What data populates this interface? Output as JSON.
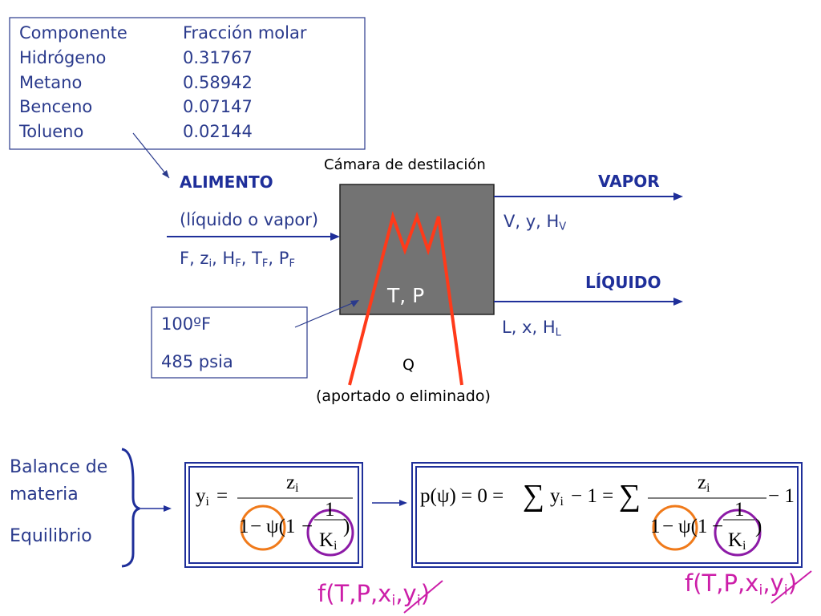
{
  "composition": {
    "header": [
      "Componente",
      "Fracción molar"
    ],
    "rows": [
      [
        "Hidrógeno",
        "0.31767"
      ],
      [
        "Metano",
        "0.58942"
      ],
      [
        "Benceno",
        "0.07147"
      ],
      [
        "Tolueno",
        "0.02144"
      ]
    ]
  },
  "chamber": {
    "title": "Cámara de destilación",
    "label": "T,  P"
  },
  "feed": {
    "title": "ALIMENTO",
    "state": "(líquido o vapor)",
    "vars_base": [
      "F, z",
      "i",
      ", H",
      "F",
      ", T",
      "F",
      ", P",
      "F"
    ]
  },
  "vapor": {
    "title": "VAPOR",
    "vars": [
      "V, y, H",
      "V"
    ]
  },
  "liquid": {
    "title": "LÍQUIDO",
    "vars": [
      "L, x, H",
      "L"
    ]
  },
  "conditions": {
    "temperature": "100ºF",
    "pressure": "485 psia"
  },
  "heat": {
    "symbol": "Q",
    "note": "(aportado o eliminado)"
  },
  "equations": {
    "labels": [
      "Balance de",
      "materia",
      "Equilibrio"
    ],
    "eq1": {
      "lhs": "y",
      "lhs_sub": "i",
      "eq": "=",
      "num": "z",
      "num_sub": "i",
      "den_a": "1",
      "minus": "−",
      "psi": "ψ(1",
      "den_minus": "−",
      "frac_num": "1",
      "frac_den": "K",
      "frac_den_sub": "i",
      "close": ")"
    },
    "eq2": {
      "p": "p(ψ) = 0 =",
      "sum1": "∑",
      "y": "y",
      "y_sub": "i",
      "mid": "− 1 =",
      "sum2": "∑",
      "num": "z",
      "num_sub": "i",
      "den_a": "1",
      "minus": "−",
      "psi": "ψ(1",
      "den_minus": "−",
      "frac_num": "1",
      "frac_den": "K",
      "frac_den_sub": "i",
      "close": ")",
      "tail": "− 1"
    },
    "dep1": [
      "f(T,P,x",
      "i",
      ",y",
      "i",
      ")"
    ],
    "dep2": [
      "f(T,P,x",
      "i",
      ",y",
      "i",
      ")"
    ]
  },
  "colors": {
    "accent_blue": "#1f2f9a",
    "heat_coil": "#ff3a1a",
    "circle_orange": "#f07a1a",
    "circle_purple": "#8c1aa6",
    "handwriting": "#cc1ea8",
    "chamber_fill": "#737373"
  }
}
